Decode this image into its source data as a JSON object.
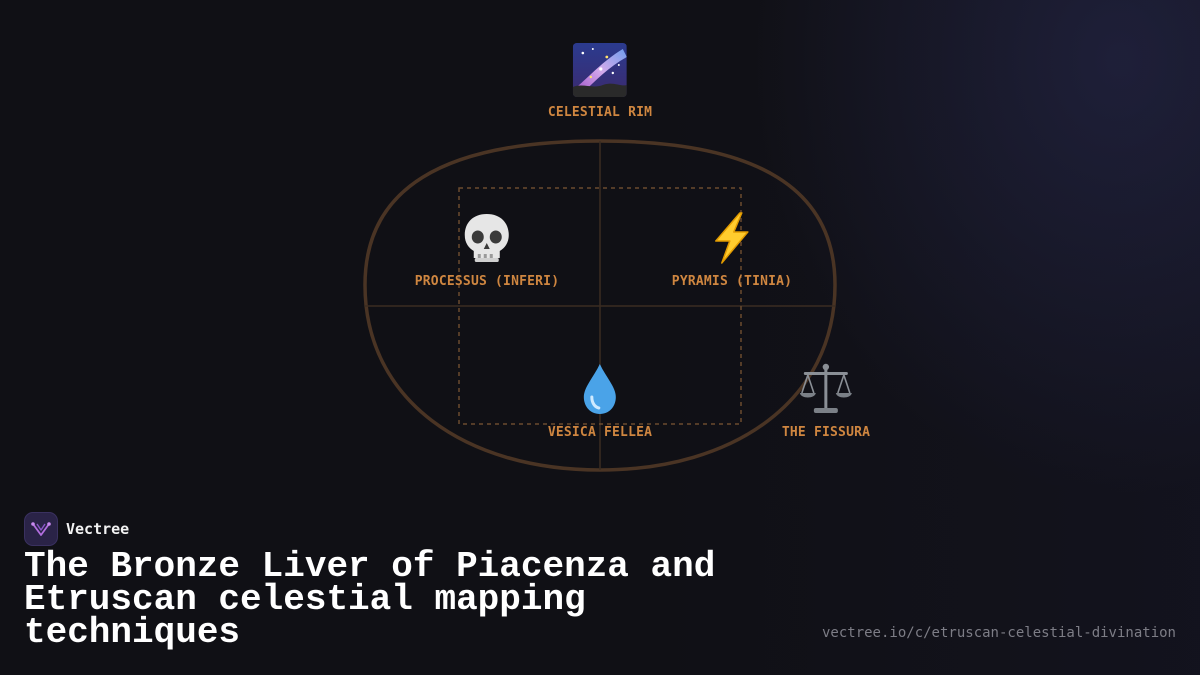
{
  "diagram": {
    "nodes": [
      {
        "id": "celestial-rim",
        "label": "CELESTIAL RIM",
        "icon": "milky-way-icon"
      },
      {
        "id": "processus",
        "label": "PROCESSUS (INFERI)",
        "icon": "skull-icon"
      },
      {
        "id": "pyramis",
        "label": "PYRAMIS (TINIA)",
        "icon": "lightning-bolt-icon"
      },
      {
        "id": "vesica-fellea",
        "label": "VESICA FELLEA",
        "icon": "droplet-icon"
      },
      {
        "id": "fissura",
        "label": "THE FISSURA",
        "icon": "balance-scale-icon"
      }
    ]
  },
  "brand": {
    "name": "Vectree",
    "logo": "vectree-logo-icon"
  },
  "title": "The Bronze Liver of Piacenza and Etruscan celestial mapping techniques",
  "url": "vectree.io/c/etruscan-celestial-divination",
  "colors": {
    "background": "#101015",
    "label": "#cf8640",
    "liver_outline": "#4a3424",
    "title": "#ffffff",
    "url": "#7d7d86"
  }
}
